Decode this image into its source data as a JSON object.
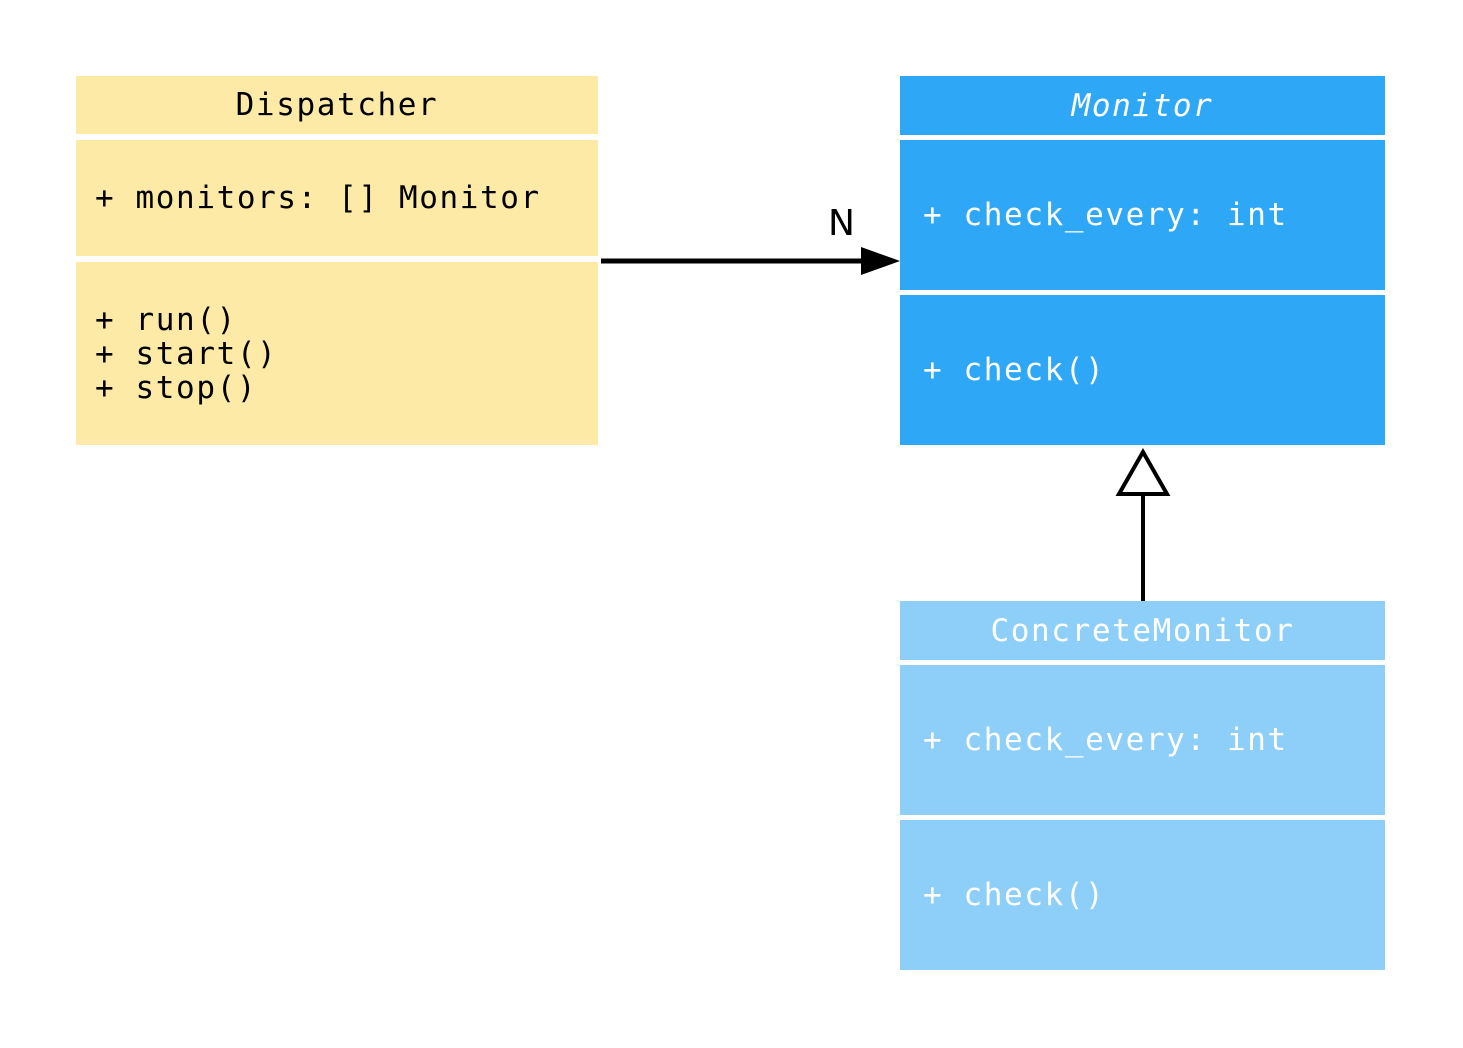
{
  "diagram": {
    "kind": "uml-class-diagram",
    "background_color": "#ffffff",
    "classes": [
      {
        "id": "dispatcher",
        "name": "Dispatcher",
        "abstract": false,
        "attributes": [
          "+ monitors: [] Monitor"
        ],
        "methods": [
          "+ run()",
          "+ start()",
          "+ stop()"
        ],
        "fill_color": "#fdeaa7",
        "text_color": "#000000"
      },
      {
        "id": "monitor",
        "name": "Monitor",
        "abstract": true,
        "attributes": [
          "+ check_every: int"
        ],
        "methods": [
          "+ check()"
        ],
        "fill_color": "#2fa7f7",
        "text_color": "#ffffff"
      },
      {
        "id": "concrete-monitor",
        "name": "ConcreteMonitor",
        "abstract": false,
        "attributes": [
          "+ check_every: int"
        ],
        "methods": [
          "+ check()"
        ],
        "fill_color": "#8dcff9",
        "text_color": "#ffffff"
      }
    ],
    "relations": [
      {
        "type": "association",
        "from": "Dispatcher",
        "to": "Monitor",
        "label": "N",
        "arrow": "filled-arrowhead",
        "color": "#000000"
      },
      {
        "type": "inheritance",
        "from": "ConcreteMonitor",
        "to": "Monitor",
        "label": "",
        "arrow": "hollow-triangle",
        "color": "#000000"
      }
    ]
  }
}
